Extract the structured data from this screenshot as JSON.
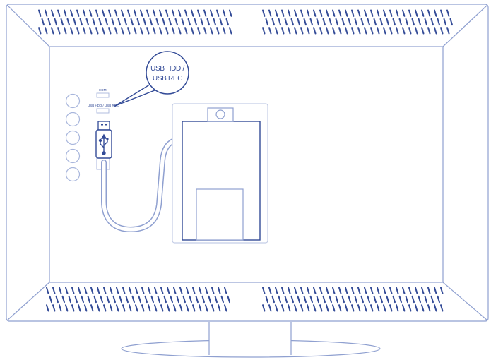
{
  "diagram": {
    "callout": {
      "line1": "USB HDD /",
      "line2": "USB REC"
    },
    "ports": {
      "top_label": "HDMI",
      "second_label": "USB HDD / USB REC"
    },
    "colors": {
      "line": "#334b97",
      "light_line": "#a8b6dc",
      "background": "#ffffff"
    }
  }
}
